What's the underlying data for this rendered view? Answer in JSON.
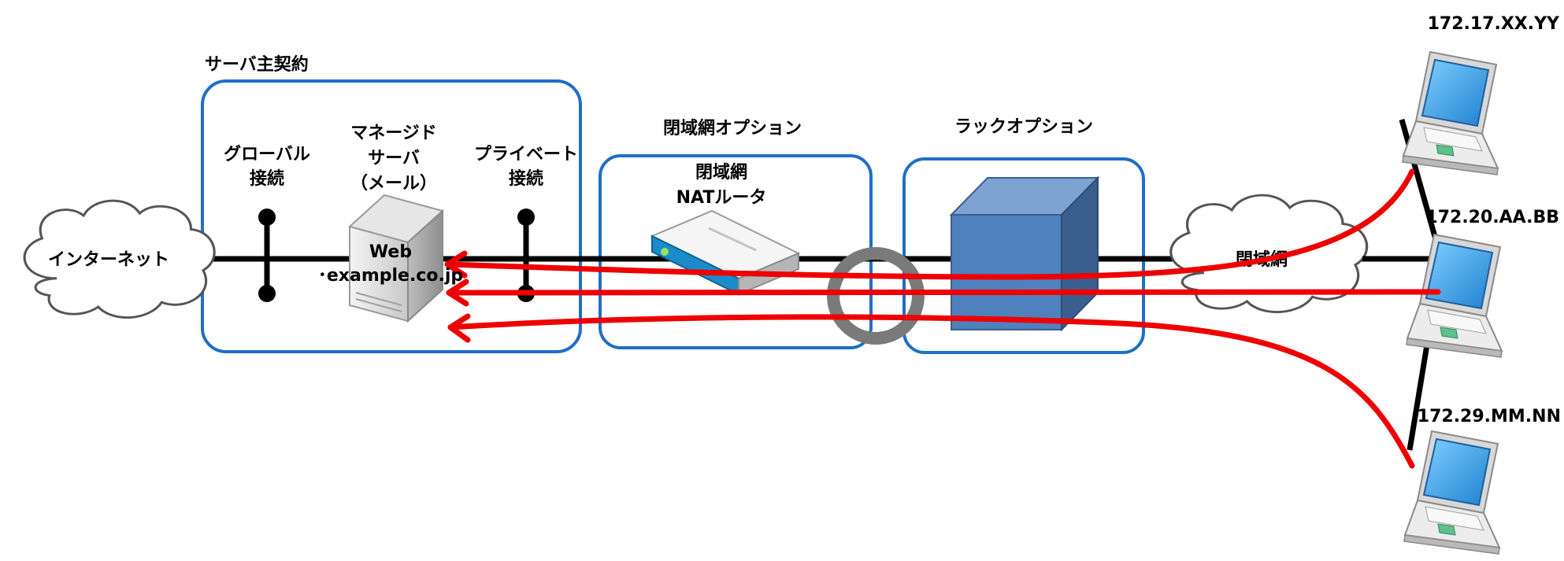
{
  "labels": {
    "server_contract": "サーバ主契約",
    "internet": "インターネット",
    "global_line1": "グローバル",
    "global_line2": "接続",
    "managed_line1": "マネージド",
    "managed_line2": "サーバ",
    "managed_line3": "（メール）",
    "private_line1": "プライベート",
    "private_line2": "接続",
    "web_line1": "Web",
    "web_line2": "･example.co.jp",
    "closed_option": "閉域網オプション",
    "nat_line1": "閉域網",
    "nat_line2": "NATルータ",
    "rack_option": "ラックオプション",
    "closed_network": "閉域網",
    "ip_client1": "172.17.XX.YY",
    "ip_client2": "172.20.AA.BB",
    "ip_client3": "172.29.MM.NN"
  },
  "colors": {
    "box_border": "#1f6fc4",
    "flow_line": "#ee0000",
    "backbone": "#000000",
    "rack_front": "#4f81bd",
    "rack_side": "#3a5f8f",
    "rack_top": "#7ea3d2",
    "connector_ring": "#7a7a7a",
    "laptop_screen": "#2f8fdc"
  },
  "icons": [
    "cloud-icon",
    "server-icon",
    "router-icon",
    "rack-icon",
    "laptop-icon"
  ]
}
